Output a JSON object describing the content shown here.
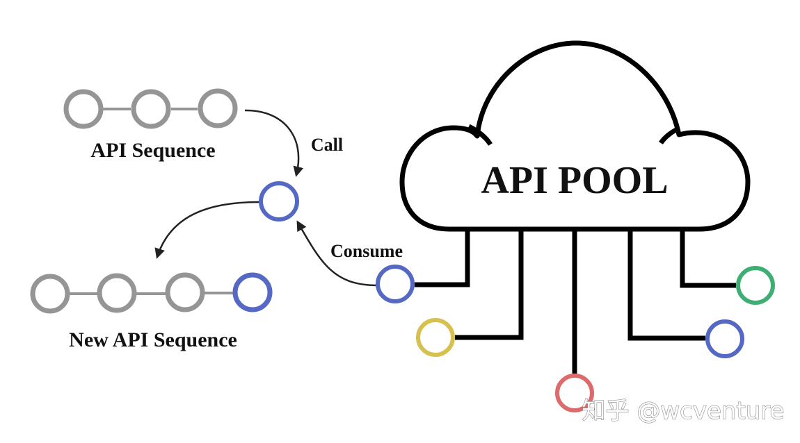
{
  "title": "API Pool diagram",
  "labels": {
    "api_sequence": "API Sequence",
    "new_api_sequence": "New API Sequence",
    "call": "Call",
    "consume": "Consume",
    "api_pool": "API POOL",
    "watermark": "知乎 @wcventure"
  },
  "colors": {
    "gray_node": "#959595",
    "blue_node": "#5468c4",
    "yellow_node": "#d6c14e",
    "red_node": "#dd6b6b",
    "green_node": "#3fae72",
    "outline": "#000000",
    "arrow": "#222222"
  },
  "nodes": {
    "api_sequence": [
      "gray",
      "gray",
      "gray"
    ],
    "new_api_sequence": [
      "gray",
      "gray",
      "gray",
      "blue"
    ],
    "called_node": "blue",
    "pool_outputs": [
      {
        "name": "blue-left",
        "color": "blue"
      },
      {
        "name": "yellow",
        "color": "yellow"
      },
      {
        "name": "red",
        "color": "red"
      },
      {
        "name": "blue-right",
        "color": "blue"
      },
      {
        "name": "green",
        "color": "green"
      }
    ]
  }
}
